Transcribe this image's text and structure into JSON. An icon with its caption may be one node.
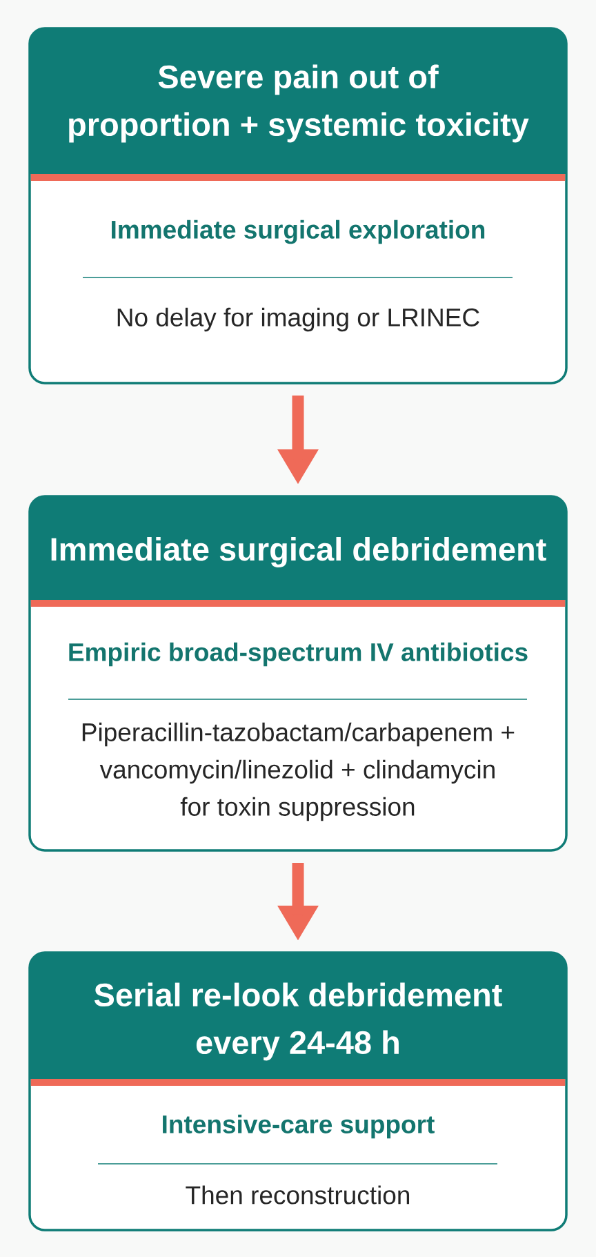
{
  "diagram": {
    "nodes": [
      {
        "text": [
          "Severe pain out of proportion + systemic toxicity",
          "Immediate surgical exploration",
          "No delay for imaging or LRINEC"
        ]
      },
      {
        "text": [
          "Immediate surgical debridement",
          "Empiric broad-spectrum IV antibiotics",
          "Piperacillin-tazobactam/carbapenem + vancomycin/linezolid + clindamycin for toxin suppression"
        ]
      },
      {
        "text": [
          "Serial re-look debridement every 24-48 h",
          "Intensive-care support",
          "Then reconstruction"
        ]
      }
    ],
    "edges": [
      {
        "from": 0,
        "to": 1,
        "arrow": "to"
      },
      {
        "from": 1,
        "to": 2,
        "arrow": "to"
      }
    ]
  }
}
